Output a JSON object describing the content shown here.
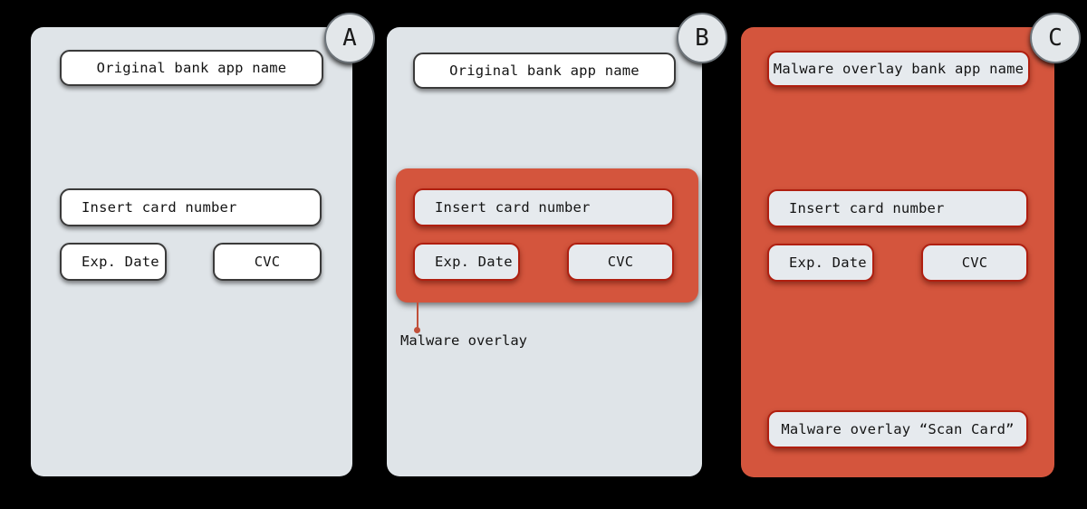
{
  "figure": {
    "background_color": "#000000",
    "panel_gray": "#DFE4E8",
    "overlay_red": "#D4553D",
    "overlay_border_red": "#B01F10",
    "annotation_color": "#C0503A"
  },
  "panels": [
    {
      "id": "A",
      "badge_label": "A",
      "background": "gray",
      "fields": [
        {
          "name": "app-name-field",
          "label": "Original bank app name",
          "align": "center"
        },
        {
          "name": "card-number-field",
          "label": "Insert card number",
          "align": "left"
        },
        {
          "name": "exp-date-field",
          "label": "Exp. Date",
          "align": "left"
        },
        {
          "name": "cvc-field",
          "label": "CVC",
          "align": "center"
        }
      ]
    },
    {
      "id": "B",
      "badge_label": "B",
      "background": "gray",
      "annotation": "Malware overlay",
      "fields": [
        {
          "name": "app-name-field",
          "label": "Original bank app name",
          "align": "center"
        },
        {
          "name": "card-number-field",
          "label": "Insert card number",
          "align": "left"
        },
        {
          "name": "exp-date-field",
          "label": "Exp. Date",
          "align": "left"
        },
        {
          "name": "cvc-field",
          "label": "CVC",
          "align": "center"
        }
      ]
    },
    {
      "id": "C",
      "badge_label": "C",
      "background": "red",
      "fields": [
        {
          "name": "app-name-field",
          "label": "Malware overlay bank app name",
          "align": "center"
        },
        {
          "name": "card-number-field",
          "label": "Insert card number",
          "align": "left"
        },
        {
          "name": "exp-date-field",
          "label": "Exp. Date",
          "align": "left"
        },
        {
          "name": "cvc-field",
          "label": "CVC",
          "align": "center"
        },
        {
          "name": "scan-card-button",
          "label": "Malware overlay “Scan Card”",
          "align": "center"
        }
      ]
    }
  ]
}
